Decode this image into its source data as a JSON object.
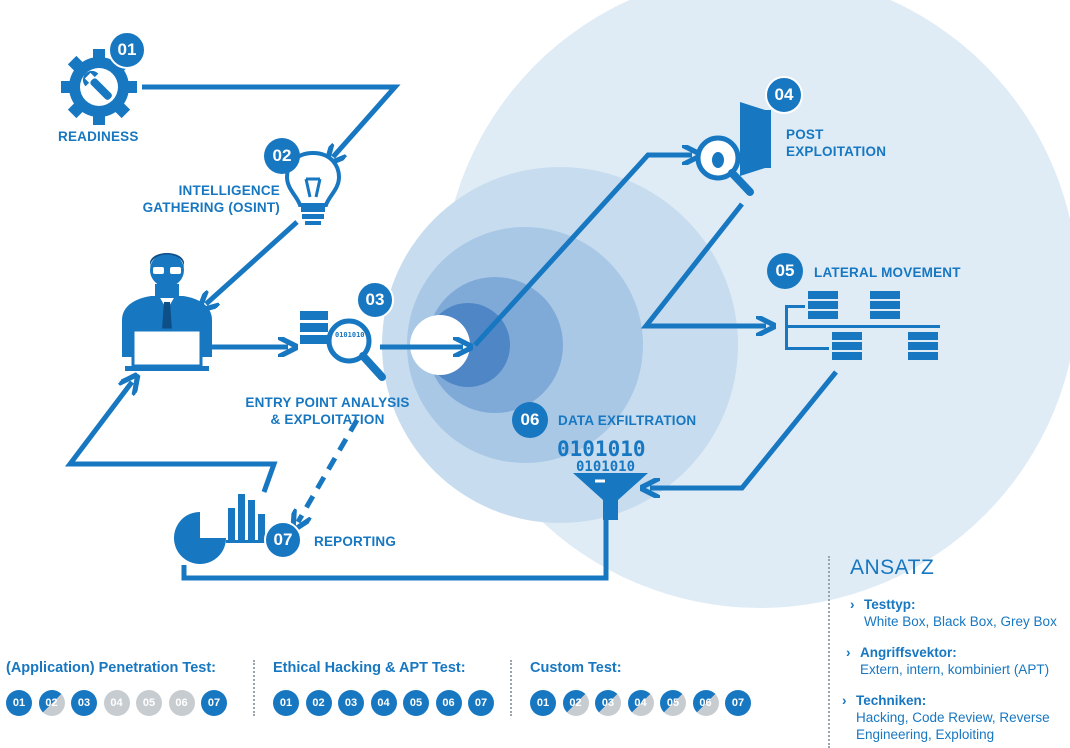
{
  "steps": [
    {
      "num": "01",
      "label": "READINESS"
    },
    {
      "num": "02",
      "label_line1": "INTELLIGENCE",
      "label_line2": "GATHERING (OSINT)"
    },
    {
      "num": "03",
      "label_line1": "ENTRY POINT ANALYSIS",
      "label_line2": "& EXPLOITATION"
    },
    {
      "num": "04",
      "label_line1": "POST",
      "label_line2": "EXPLOITATION"
    },
    {
      "num": "05",
      "label": "LATERAL MOVEMENT"
    },
    {
      "num": "06",
      "label": "DATA EXFILTRATION"
    },
    {
      "num": "07",
      "label": "REPORTING"
    }
  ],
  "binary": {
    "line1": "0101010",
    "line2": "0101010",
    "icon_binary": "0101010"
  },
  "ansatz": {
    "title": "ANSATZ",
    "items": [
      {
        "key": "Testtyp:",
        "value": "White Box, Black Box, Grey Box"
      },
      {
        "key": "Angriffsvektor:",
        "value": "Extern, intern, kombiniert (APT)"
      },
      {
        "key": "Techniken:",
        "value_line1": "Hacking, Code Review, Reverse",
        "value_line2": "Engineering, Exploiting"
      }
    ]
  },
  "test_groups": [
    {
      "title": "(Application) Penetration Test:",
      "chips": [
        {
          "n": "01",
          "state": "on"
        },
        {
          "n": "02",
          "state": "half"
        },
        {
          "n": "03",
          "state": "on"
        },
        {
          "n": "04",
          "state": "off"
        },
        {
          "n": "05",
          "state": "off"
        },
        {
          "n": "06",
          "state": "off"
        },
        {
          "n": "07",
          "state": "on"
        }
      ]
    },
    {
      "title": "Ethical Hacking & APT Test:",
      "chips": [
        {
          "n": "01",
          "state": "on"
        },
        {
          "n": "02",
          "state": "on"
        },
        {
          "n": "03",
          "state": "on"
        },
        {
          "n": "04",
          "state": "on"
        },
        {
          "n": "05",
          "state": "on"
        },
        {
          "n": "06",
          "state": "on"
        },
        {
          "n": "07",
          "state": "on"
        }
      ]
    },
    {
      "title": "Custom Test:",
      "chips": [
        {
          "n": "01",
          "state": "on"
        },
        {
          "n": "02",
          "state": "half"
        },
        {
          "n": "03",
          "state": "half"
        },
        {
          "n": "04",
          "state": "half"
        },
        {
          "n": "05",
          "state": "half"
        },
        {
          "n": "06",
          "state": "half"
        },
        {
          "n": "07",
          "state": "on"
        }
      ]
    }
  ],
  "colors": {
    "primary": "#1777c1",
    "circle_light": "#deebf5",
    "inactive": "#c7ccd1"
  },
  "icons": [
    "gear-wrench-icon",
    "lightbulb-icon",
    "hacker-laptop-icon",
    "server-magnifier-icon",
    "door-bug-magnifier-icon",
    "server-network-icon",
    "funnel-icon",
    "pie-bar-chart-icon"
  ]
}
